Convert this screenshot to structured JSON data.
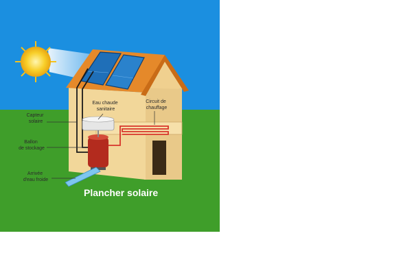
{
  "diagram": {
    "title": "Plancher solaire",
    "labels": {
      "capteur_solaire": [
        "Capteur",
        "solaire"
      ],
      "ballon_stockage": [
        "Ballon",
        "de stockage"
      ],
      "arrivee_eau": [
        "Arrivée",
        "d'eau froide"
      ],
      "eau_chaude": [
        "Eau chaude",
        "sanitaire"
      ],
      "circuit_chauffage": [
        "Circuit de",
        "chauffage"
      ]
    },
    "colors": {
      "sky": "#1b8fe0",
      "grass": "#3f9e2a",
      "wall": "#f2d79a",
      "roof": "#e5892a",
      "panel": "#1f6fb8",
      "sun": "#f6c21b",
      "tank": "#b32b1e",
      "heating_pipe": "#d8352a"
    }
  }
}
